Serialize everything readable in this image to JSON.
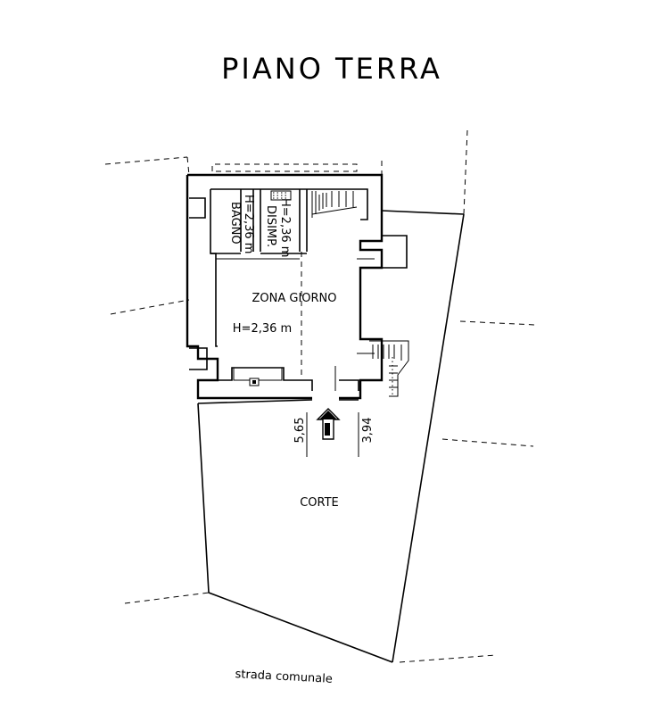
{
  "title": "PIANO TERRA",
  "rooms": {
    "bagno": {
      "name": "BAGNO",
      "height": "H=2,36 m"
    },
    "disimp": {
      "name": "DISIMP.",
      "height": "H=2,36 m"
    },
    "zona_giorno": {
      "name": "ZONA GIORNO",
      "height": "H=2,36 m"
    }
  },
  "dimensions": {
    "left": "5,65",
    "right": "3,94"
  },
  "courtyard": "CORTE",
  "street": "strada comunale"
}
